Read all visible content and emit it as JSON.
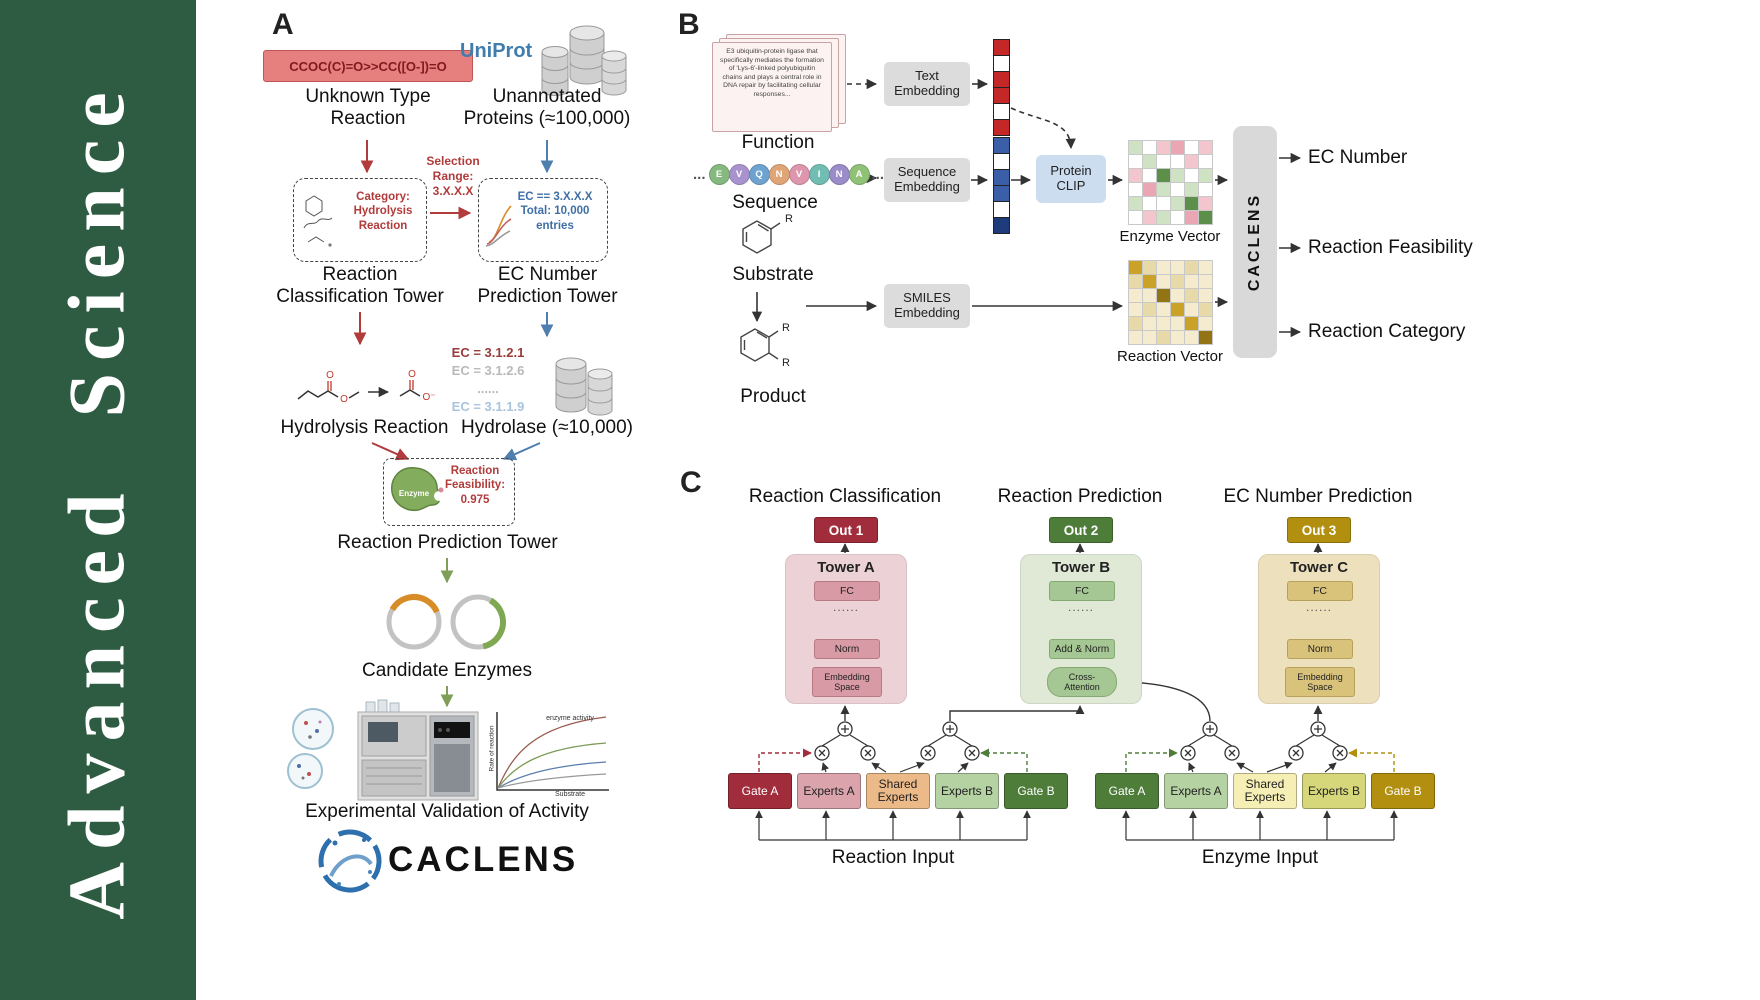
{
  "journal": "Advanced  Science",
  "colors": {
    "sidebar_green": "#2e5c42",
    "red_arrow": "#b23b3b",
    "blue_arrow": "#4e7fae",
    "green_arrow": "#7f9e57",
    "out1": "#a12d3c",
    "out2": "#4e7d3a",
    "out3": "#b28f0e",
    "towerA_bg": "#ecd2d6",
    "towerB_bg": "#dfe9d6",
    "towerC_bg": "#ece0bd"
  },
  "panelA": {
    "label": "A",
    "smiles": "CCOC(C)=O>>CC([O-])=O",
    "unknown_type": "Unknown Type\nReaction",
    "uniprot": "UniProt",
    "unannotated": "Unannotated\nProteins (≈100,000)",
    "selection_range": "Selection\nRange:\n3.X.X.X",
    "category": "Category:\nHydrolysis\nReaction",
    "ec_range": "EC == 3.X.X.X\nTotal: 10,000\nentries",
    "classification_tower": "Reaction\nClassification Tower",
    "ec_tower": "EC Number\nPrediction Tower",
    "hydrolysis": "Hydrolysis Reaction",
    "ec_list": [
      {
        "text": "EC = 3.1.2.1",
        "color": "#9a3b3b"
      },
      {
        "text": "EC = 3.1.2.6",
        "color": "#b9b9b9"
      },
      {
        "text": "......",
        "color": "#b9b9b9"
      },
      {
        "text": "EC = 3.1.1.9",
        "color": "#a9c4dd"
      }
    ],
    "hydrolase": "Hydrolase (≈10,000)",
    "enzyme": "Enzyme",
    "feasibility": "Reaction\nFeasibility:\n0.975",
    "prediction_tower": "Reaction Prediction Tower",
    "candidate": "Candidate Enzymes",
    "graph": {
      "title": "enzyme activity",
      "xlabel": "Substrate",
      "ylabel": "Rate of reaction"
    },
    "atoms": {
      "o": "O",
      "o_minus": "O⁻"
    },
    "validation": "Experimental Validation of Activity",
    "logo": "CACLENS"
  },
  "panelB": {
    "label": "B",
    "function_text": "E3 ubiquitin-protein ligase that specifically mediates the formation of 'Lys-6'-linked polyubiquitin chains and plays a central role in DNA repair by facilitating cellular responses...",
    "function": "Function",
    "text_embedding": "Text\nEmbedding",
    "ellipsis": "...",
    "sequence_circles": [
      {
        "ch": "E",
        "color": "#85b97f"
      },
      {
        "ch": "V",
        "color": "#a893cf"
      },
      {
        "ch": "Q",
        "color": "#6fa3cf"
      },
      {
        "ch": "N",
        "color": "#e0a577"
      },
      {
        "ch": "V",
        "color": "#de96ad"
      },
      {
        "ch": "I",
        "color": "#72bdb3"
      },
      {
        "ch": "N",
        "color": "#9a8cc9"
      },
      {
        "ch": "A",
        "color": "#8fc177"
      }
    ],
    "sequence": "Sequence",
    "sequence_embedding": "Sequence\nEmbedding",
    "protein_clip": "Protein\nCLIP",
    "enzyme_vector": "Enzyme Vector",
    "substrate": "Substrate",
    "product": "Product",
    "r_label": "R",
    "smiles_embedding": "SMILES\nEmbedding",
    "reaction_vector": "Reaction Vector",
    "caclens": "CACLENS",
    "outputs": [
      "EC Number",
      "Reaction Feasibility",
      "Reaction Category"
    ],
    "text_vector": [
      "#c32727",
      "#ffffff",
      "#c32727",
      "#c32727",
      "#ffffff",
      "#c32727"
    ],
    "seq_vector": [
      "#3a5fa8",
      "#ffffff",
      "#3a5fa8",
      "#3a5fa8",
      "#ffffff",
      "#1e3c7c"
    ],
    "enzyme_grid": [
      "#cfe3c4",
      "#ffffff",
      "#f2c6cc",
      "#eba6b3",
      "#ffffff",
      "#f2c6cc",
      "#ffffff",
      "#cfe3c4",
      "#ffffff",
      "#ffffff",
      "#f2c6cc",
      "#ffffff",
      "#f2c6cc",
      "#ffffff",
      "#5c8f4a",
      "#cfe3c4",
      "#ffffff",
      "#cfe3c4",
      "#ffffff",
      "#eba6b3",
      "#cfe3c4",
      "#ffffff",
      "#cfe3c4",
      "#ffffff",
      "#cfe3c4",
      "#ffffff",
      "#ffffff",
      "#cfe3c4",
      "#5c8f4a",
      "#f2c6cc",
      "#ffffff",
      "#f2c6cc",
      "#cfe3c4",
      "#ffffff",
      "#eba6b3",
      "#5c8f4a"
    ],
    "reaction_grid": [
      "#c9a227",
      "#e8d9a8",
      "#f5eccf",
      "#f5eccf",
      "#e8d9a8",
      "#f5eccf",
      "#e8d9a8",
      "#c9a227",
      "#f5eccf",
      "#e8d9a8",
      "#f5eccf",
      "#f5eccf",
      "#f5eccf",
      "#f5eccf",
      "#937414",
      "#f5eccf",
      "#e8d9a8",
      "#f5eccf",
      "#f5eccf",
      "#e8d9a8",
      "#f5eccf",
      "#c9a227",
      "#f5eccf",
      "#e8d9a8",
      "#e8d9a8",
      "#f5eccf",
      "#f5eccf",
      "#f5eccf",
      "#c9a227",
      "#f5eccf",
      "#f5eccf",
      "#f5eccf",
      "#e8d9a8",
      "#f5eccf",
      "#f5eccf",
      "#937414"
    ]
  },
  "panelC": {
    "label": "C",
    "headers": [
      "Reaction Classification",
      "Reaction Prediction",
      "EC Number Prediction"
    ],
    "towerA": {
      "out": "Out 1",
      "title": "Tower A",
      "fc": "FC",
      "dots": "......",
      "norm": "Norm",
      "bottom": "Embedding\nSpace"
    },
    "towerB": {
      "out": "Out 2",
      "title": "Tower B",
      "fc": "FC",
      "dots": "......",
      "norm": "Add & Norm",
      "bottom": "Cross-\nAttention"
    },
    "towerC": {
      "out": "Out 3",
      "title": "Tower C",
      "fc": "FC",
      "dots": "......",
      "norm": "Norm",
      "bottom": "Embedding\nSpace"
    },
    "left_group": [
      {
        "label": "Gate A",
        "bg": "#a12d3c",
        "fg": "#ffffff"
      },
      {
        "label": "Experts A",
        "bg": "#dba4ac",
        "fg": "#222222"
      },
      {
        "label": "Shared\nExperts",
        "bg": "#ecb988",
        "fg": "#222222"
      },
      {
        "label": "Experts B",
        "bg": "#b5d2a2",
        "fg": "#222222"
      },
      {
        "label": "Gate B",
        "bg": "#4e7d3a",
        "fg": "#ffffff"
      }
    ],
    "right_group": [
      {
        "label": "Gate A",
        "bg": "#4e7d3a",
        "fg": "#ffffff"
      },
      {
        "label": "Experts A",
        "bg": "#b5d2a2",
        "fg": "#222222"
      },
      {
        "label": "Shared\nExperts",
        "bg": "#f5eeb5",
        "fg": "#222222"
      },
      {
        "label": "Experts B",
        "bg": "#d6d67a",
        "fg": "#222222"
      },
      {
        "label": "Gate B",
        "bg": "#b28f0e",
        "fg": "#ffffff"
      }
    ],
    "reaction_input": "Reaction Input",
    "enzyme_input": "Enzyme Input"
  }
}
